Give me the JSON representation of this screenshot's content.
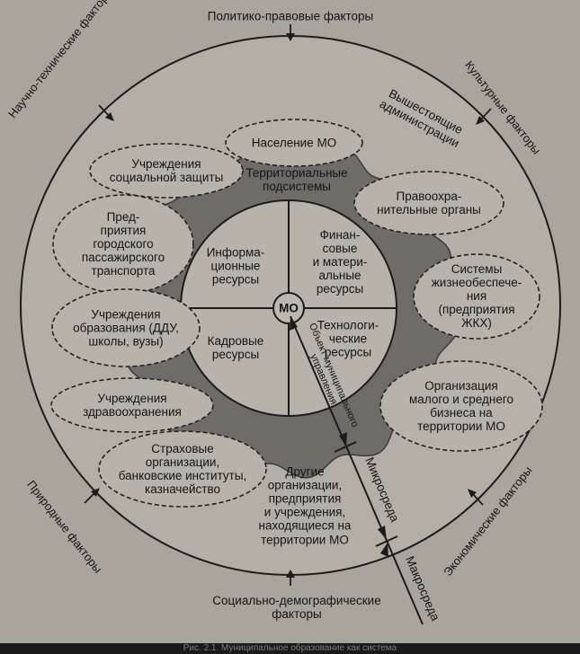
{
  "external_factors": {
    "top": "Политико-правовые факторы",
    "top_left": "Научно-технические факторы",
    "top_right": "Культурные факторы",
    "bottom_left": "Природные факторы",
    "bottom_right": "Экономические факторы",
    "bottom": "Социально-демографические\nфакторы"
  },
  "higher_admin": "Вышестоящие\nадминистрации",
  "subsystems_title": "Территориальные\nподсистемы",
  "center": "МО",
  "resources": {
    "info": "Информа-\nционные\nресурсы",
    "finance": "Финан-\nсовые\nи матери-\nальные\nресурсы",
    "tech": "Технологи-\nческие\nресурсы",
    "personnel": "Кадровые\nресурсы"
  },
  "object_label": "Объект муниципального\nуправления",
  "micro": "Микросреда",
  "macro": "Макросреда",
  "entities": {
    "population": "Население МО",
    "social": "Учреждения\nсоциальной защиты",
    "transport": "Пред-\nприятия\nгородского\nпассажирского\nтранспорта",
    "education": "Учреждения\nобразования (ДДУ,\nшколы, вузы)",
    "health": "Учреждения\nздравоохранения",
    "finance_org": "Страховые\nорганизации,\nбанковские институты,\nказначейство",
    "other": "Другие\nорганизации,\nпредприятия\nи учреждения,\nнаходящиеся на\nтерритории МО",
    "sme": "Организация\nмалого и среднего\nбизнеса на\nтерритории МО",
    "utilities": "Системы\nжизнеобеспече-\nния\n(предприятия\nЖКХ)",
    "law": "Правоохра-\nнительные органы"
  },
  "caption": "Рис. 2.1. Муниципальное образование как система"
}
